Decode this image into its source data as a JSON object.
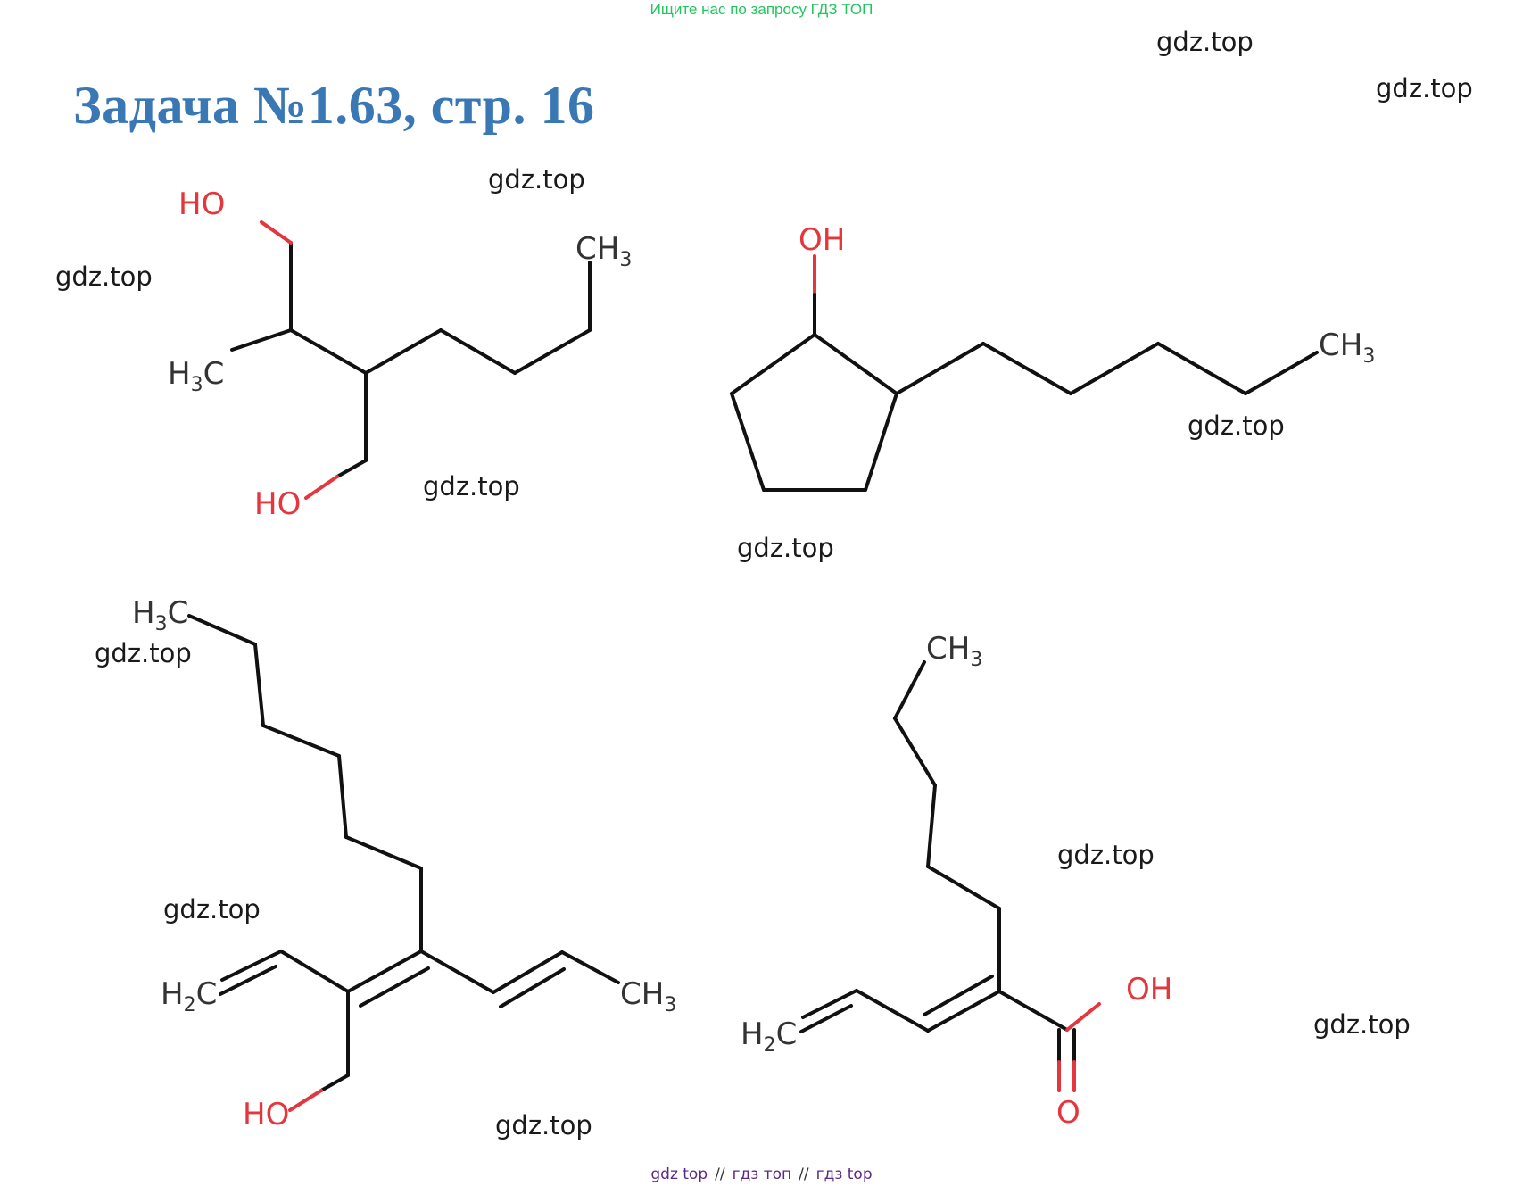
{
  "banner": "Ищите нас по запросу ГДЗ ТОП",
  "title": "Задача №1.63, стр. 16",
  "watermark": "gdz.top",
  "labels": {
    "ho": "HO",
    "oh": "OH",
    "o": "O",
    "ch3_c": "CH",
    "h3c_h": "H",
    "h2c_h": "H",
    "c": "C",
    "sub3": "3",
    "sub2": "2"
  },
  "footer": {
    "link1": "gdz top",
    "link2": "гдз топ",
    "link3": "гдз top",
    "separator": "//"
  },
  "colors": {
    "title": "#3a78b5",
    "banner": "#22c55e",
    "oxygen": "#e3363d"
  }
}
